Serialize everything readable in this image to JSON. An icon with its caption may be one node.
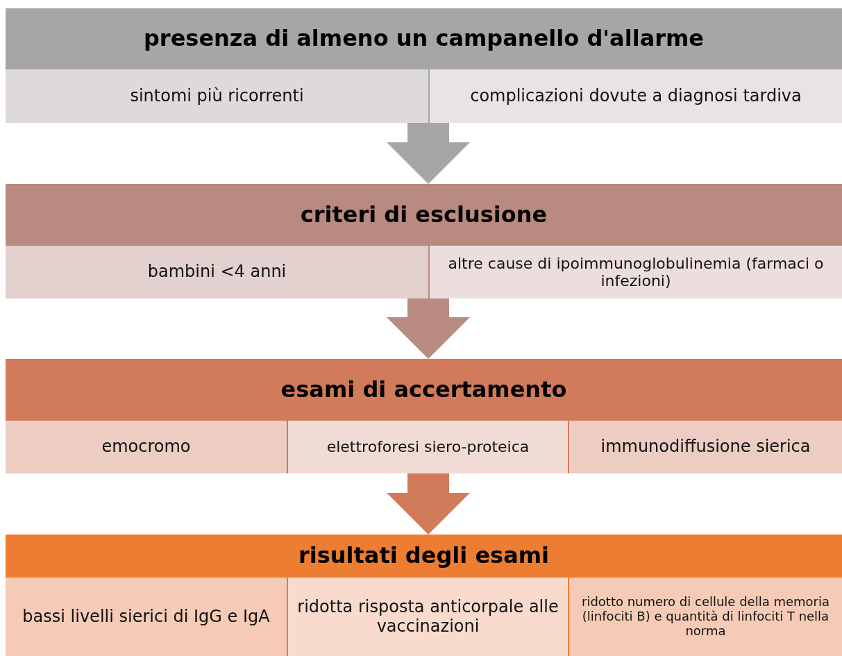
{
  "diagram": {
    "nodes": [
      {
        "text": [
          "presenza di almeno un campanello d'allarme"
        ]
      },
      {
        "text": [
          "sintomi più ricorrenti"
        ],
        "in": 0
      },
      {
        "text": [
          "complicazioni dovute a diagnosi tardiva"
        ],
        "in": 0
      },
      {
        "text": [
          "criteri di esclusione"
        ]
      },
      {
        "text": [
          "bambini <4 anni"
        ],
        "in": 3
      },
      {
        "text": [
          "altre cause di ipoimmunoglobulinemia (farmaci o infezioni)"
        ],
        "in": 3
      },
      {
        "text": [
          "esami di accertamento"
        ]
      },
      {
        "text": [
          "emocromo"
        ],
        "in": 6
      },
      {
        "text": [
          "elettroforesi siero-proteica"
        ],
        "in": 6
      },
      {
        "text": [
          "immunodiffusione sierica"
        ],
        "in": 6
      },
      {
        "text": [
          "risultati degli esami"
        ]
      },
      {
        "text": [
          "bassi livelli sierici di IgG e IgA"
        ],
        "in": 10
      },
      {
        "text": [
          "ridotta risposta anticorpale alle vaccinazioni"
        ],
        "in": 10
      },
      {
        "text": [
          "ridotto numero di cellule della memoria (linfociti B) e quantità di linfociti T nella norma"
        ],
        "in": 10
      }
    ],
    "edges": [
      {
        "from": 0,
        "to": 3,
        "arrow": "to",
        "color": "#a6a6a6"
      },
      {
        "from": 3,
        "to": 6,
        "arrow": "to",
        "color": "#b98a80"
      },
      {
        "from": 6,
        "to": 10,
        "arrow": "to",
        "color": "#d27b5b"
      }
    ]
  }
}
